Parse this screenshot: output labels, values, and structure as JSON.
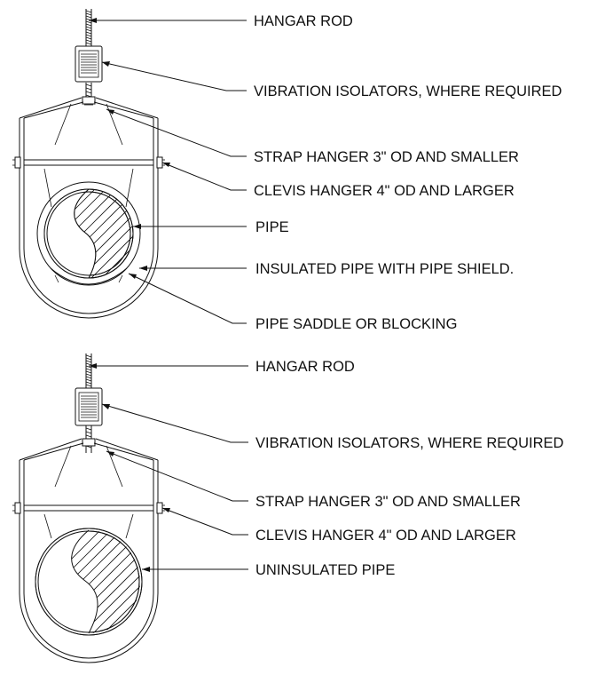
{
  "colors": {
    "ink": "#111111",
    "paper": "#ffffff"
  },
  "top_detail": {
    "labels": {
      "hangar_rod": "HANGAR ROD",
      "vibration_isolators": "VIBRATION ISOLATORS, WHERE REQUIRED",
      "strap_hanger": "STRAP HANGER 3\" OD AND SMALLER",
      "clevis_hanger": "CLEVIS HANGER 4\" OD AND LARGER",
      "pipe": "PIPE",
      "insulated_pipe": "INSULATED PIPE WITH PIPE SHIELD.",
      "pipe_saddle": "PIPE SADDLE OR BLOCKING"
    }
  },
  "bottom_detail": {
    "labels": {
      "hangar_rod": "HANGAR ROD",
      "vibration_isolators": "VIBRATION ISOLATORS, WHERE REQUIRED",
      "strap_hanger": "STRAP HANGER 3\" OD AND SMALLER",
      "clevis_hanger": "CLEVIS HANGER 4\" OD AND LARGER",
      "uninsulated_pipe": "UNINSULATED PIPE"
    }
  }
}
